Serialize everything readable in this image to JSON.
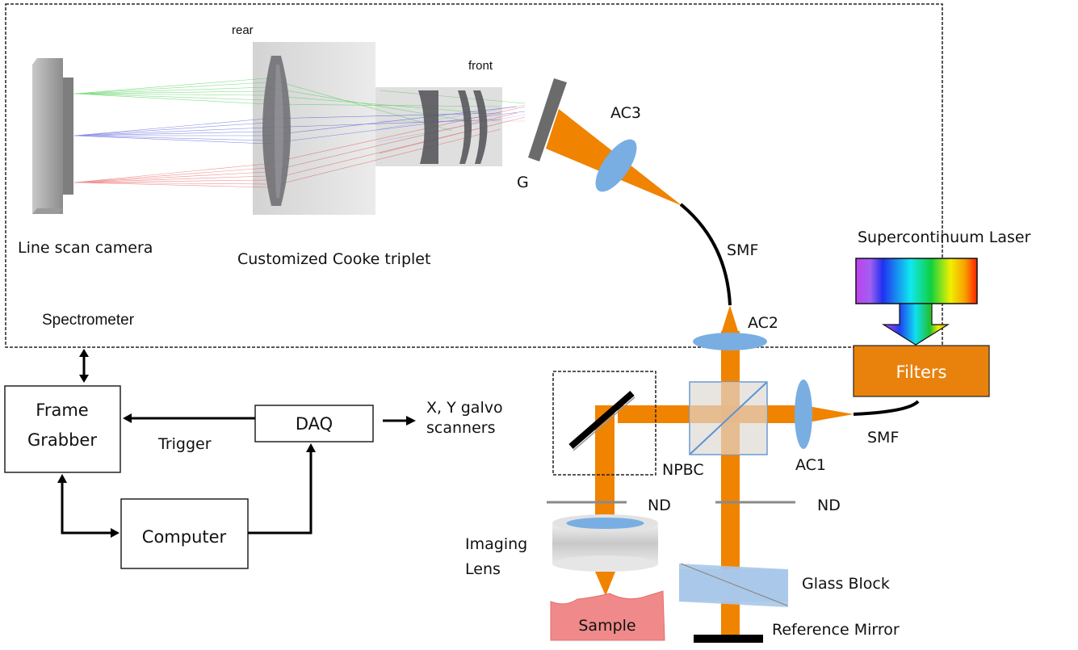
{
  "diagram": {
    "title": "Spectral-domain OCT system schematic",
    "colors": {
      "beam_orange": "#f08300",
      "lens_blue": "#79aee3",
      "glass_blue": "#a9c8ea",
      "grating_gray": "#6b6b6b",
      "filters_orange": "#e8820c",
      "sample_red": "#f08080",
      "ray_green": "#22c22a",
      "ray_blue": "#2430d0",
      "ray_red": "#e02020"
    },
    "spectrometer": {
      "label": "Spectrometer",
      "camera_label": "Line scan camera",
      "triplet_label": "Customized Cooke triplet",
      "rear_label": "rear",
      "front_label": "front",
      "grating_label": "G",
      "lens_label": "AC3"
    },
    "fibers": {
      "detection_fiber_label": "SMF",
      "source_fiber_label": "SMF"
    },
    "source": {
      "laser_label": "Supercontinuum Laser",
      "filters_label": "Filters"
    },
    "interferometer": {
      "ac1_label": "AC1",
      "ac2_label": "AC2",
      "beamsplitter_label": "NPBC",
      "nd_sample_label": "ND",
      "nd_reference_label": "ND",
      "glass_block_label": "Glass Block",
      "reference_mirror_label": "Reference Mirror",
      "imaging_lens_label_line1": "Imaging",
      "imaging_lens_label_line2": "Lens",
      "sample_label": "Sample",
      "galvo_label_line1": "X, Y galvo",
      "galvo_label_line2": "scanners"
    },
    "electronics": {
      "frame_grabber_line1": "Frame",
      "frame_grabber_line2": "Grabber",
      "daq_label": "DAQ",
      "computer_label": "Computer",
      "trigger_label": "Trigger"
    }
  }
}
